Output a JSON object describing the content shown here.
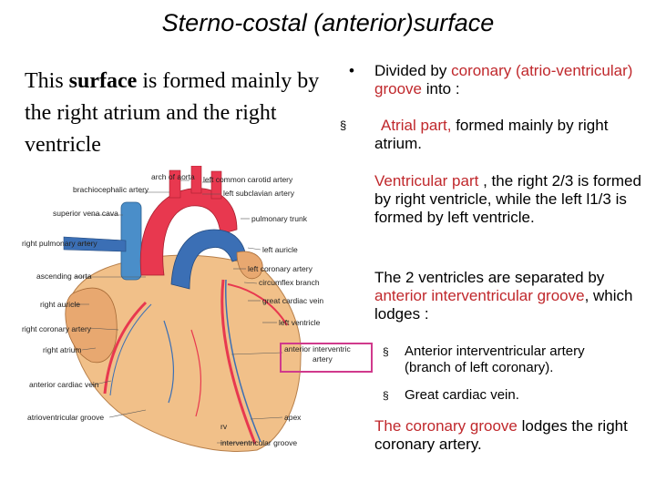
{
  "title": "Sterno-costal (anterior)surface",
  "intro": {
    "part1": "This ",
    "bold": "surface",
    "part2": " is formed mainly by the right atrium and the right ventricle"
  },
  "right": {
    "b1_pre": "Divided by ",
    "b1_red": "coronary (atrio-ventricular) groove",
    "b1_post": " into :",
    "b2_red": "Atrial part,",
    "b2_post": " formed mainly by right atrium.",
    "p3_red": "Ventricular part",
    "p3_post": " , the right 2/3 is formed by right ventricle, while the left l1/3 is formed by left ventricle.",
    "p4_pre": "The 2 ventricles are separated by ",
    "p4_red": "anterior interventricular groove",
    "p4_post": ", which lodges :",
    "s1": "Anterior interventricular artery (branch of left coronary).",
    "s2": "Great cardiac vein.",
    "p5_red": "The coronary groove",
    "p5_post": " lodges the right coronary artery."
  },
  "bullets": {
    "dot": "•",
    "square": "§"
  },
  "labels": {
    "arch": "arch of aorta",
    "brachio": "brachiocephalic artery",
    "svc": "superior vena cava",
    "rpa": "right pulmonary artery",
    "asc": "ascending aorta",
    "rauricle": "right auricle",
    "rca": "right coronary artery",
    "ratrium": "right atrium",
    "acv": "anterior cardiac vein",
    "avg": "atrioventricular groove",
    "lcca": "left common carotid artery",
    "lsa": "left subclavian artery",
    "pt": "pulmonary trunk",
    "lauricle": "left auricle",
    "lca": "left coronary artery",
    "cfx": "circumflex branch",
    "gcv": "great cardiac vein",
    "lv": "left ventricle",
    "aiva1": "anterior interventricular",
    "aiva2": "artery",
    "ivg": "interventricular groove",
    "rv": "rv",
    "apex": "apex"
  }
}
